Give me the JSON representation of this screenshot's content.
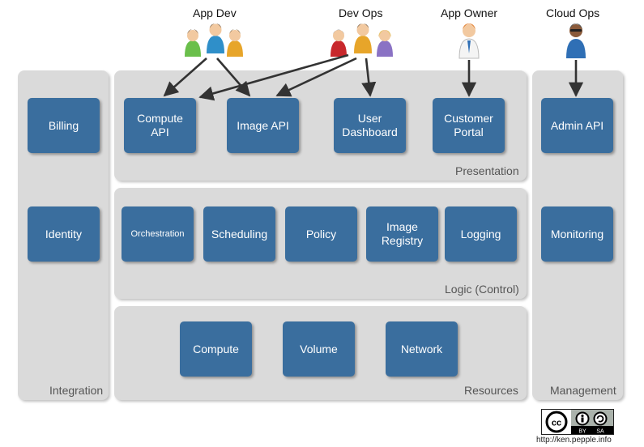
{
  "roles": {
    "app_dev": "App Dev",
    "dev_ops": "Dev Ops",
    "app_owner": "App Owner",
    "cloud_ops": "Cloud Ops"
  },
  "panels": {
    "integration": "Integration",
    "presentation": "Presentation",
    "logic": "Logic (Control)",
    "resources": "Resources",
    "management": "Management"
  },
  "boxes": {
    "billing": "Billing",
    "identity": "Identity",
    "compute_api": "Compute\nAPI",
    "image_api": "Image API",
    "user_dashboard": "User\nDashboard",
    "customer_portal": "Customer\nPortal",
    "orchestration": "Orchestration",
    "scheduling": "Scheduling",
    "policy": "Policy",
    "image_registry": "Image\nRegistry",
    "logging": "Logging",
    "compute": "Compute",
    "volume": "Volume",
    "network": "Network",
    "admin_api": "Admin API",
    "monitoring": "Monitoring"
  },
  "license": {
    "cc": "cc",
    "by": "BY",
    "sa": "SA",
    "url": "http://ken.pepple.info"
  },
  "colors": {
    "box": "#3a6e9e",
    "panel": "#dadada",
    "arrow": "#333333"
  }
}
